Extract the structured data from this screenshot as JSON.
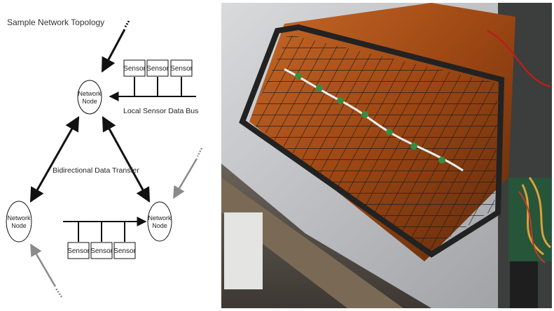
{
  "diagram": {
    "title": "Sample Network Topology",
    "nodes": [
      {
        "line1": "Network",
        "line2": "Node"
      },
      {
        "line1": "Network",
        "line2": "Node"
      },
      {
        "line1": "Network",
        "line2": "Node"
      }
    ],
    "sensor_label": "Sensor",
    "bus_label": "Local Sensor Data Bus",
    "transfer_label": "Bidirectional Data Transfer"
  },
  "colors": {
    "line": "#111111",
    "gray_arrow": "#8a8a8a",
    "photo_orange": "#b3561a",
    "photo_dark": "#2a2a2a"
  }
}
